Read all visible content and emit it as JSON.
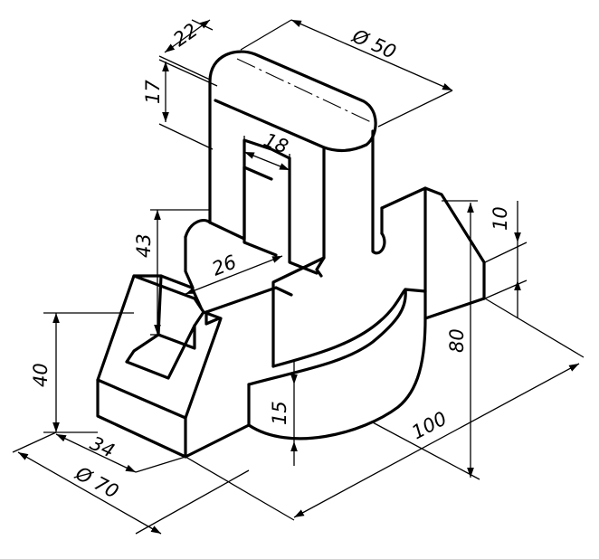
{
  "dimensions": {
    "d22": "22",
    "d50": "Ø 50",
    "d17": "17",
    "d18": "18",
    "d10": "10",
    "d43": "43",
    "d26": "26",
    "d80": "80",
    "d40": "40",
    "d15": "15",
    "d100": "100",
    "d34": "34",
    "d70": "Ø 70"
  }
}
